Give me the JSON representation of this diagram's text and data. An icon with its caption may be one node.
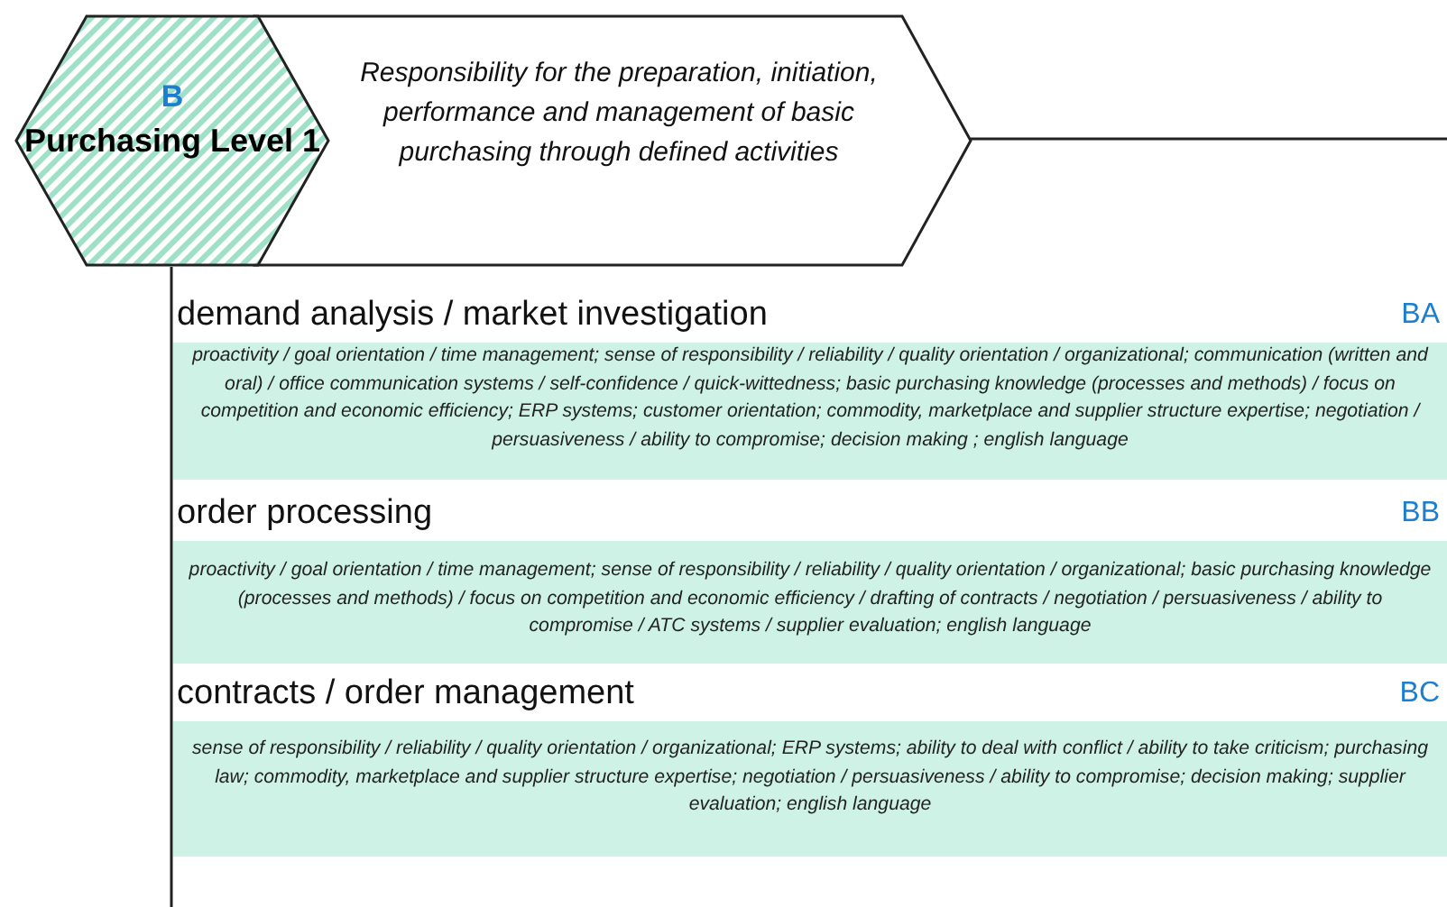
{
  "diagram": {
    "nodes": [
      {
        "text": [
          "B",
          "Purchasing Level 1"
        ]
      },
      {
        "text": [
          "Responsibility for the preparation, initiation, performance and management of  basic purchasing through defined activities"
        ]
      },
      {
        "text": [
          "demand analysis / market investigation",
          "proactivity / goal orientation / time management; sense of responsibility / reliability / quality orientation / organizational; communication (written and oral)  / office communication systems / self-confidence / quick-wittedness; basic purchasing knowledge (processes and methods) / focus on competition and economic efficiency; ERP systems; customer orientation; commodity, marketplace and supplier structure expertise; negotiation / persuasiveness / ability to compromise; decision making ; english language"
        ],
        "beside": [
          "BA"
        ]
      },
      {
        "text": [
          "order processing",
          "proactivity / goal orientation / time management; sense of responsibility / reliability / quality orientation / organizational; basic purchasing knowledge (processes and methods) / focus on competition and economic efficiency / drafting of contracts / negotiation / persuasiveness / ability to compromise / ATC systems /  supplier evaluation; english language"
        ],
        "beside": [
          "BB"
        ]
      },
      {
        "text": [
          "contracts / order management",
          "sense of responsibility / reliability / quality orientation / organizational; ERP systems; ability to deal with conflict / ability to take criticism; purchasing law; commodity, marketplace and supplier structure expertise; negotiation / persuasiveness / ability to compromise;  decision making; supplier evaluation; english language"
        ],
        "beside": [
          "BC"
        ]
      }
    ]
  }
}
